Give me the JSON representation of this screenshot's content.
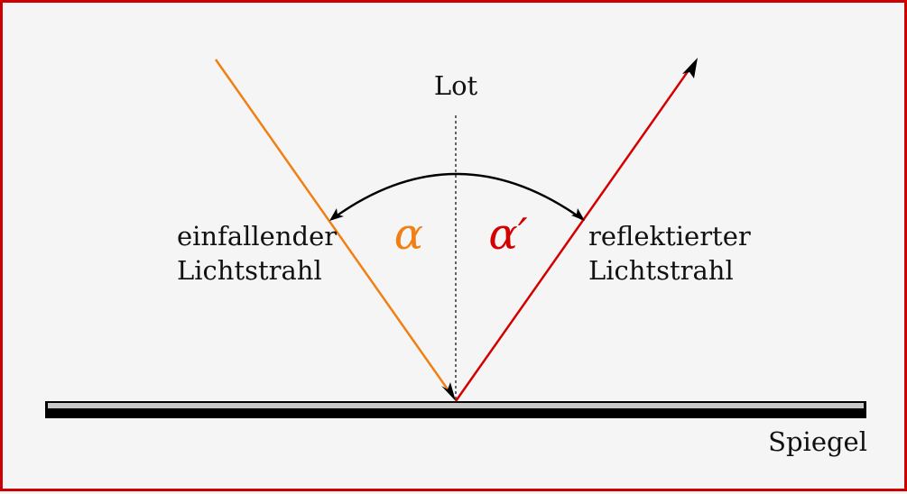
{
  "labels": {
    "normal": "Lot",
    "incident_line1": "einfallender",
    "incident_line2": "Lichtstrahl",
    "reflected_line1": "reflektierter",
    "reflected_line2": "Lichtstrahl",
    "mirror": "Spiegel",
    "angle_incident": "α",
    "angle_reflected": "α′"
  },
  "colors": {
    "incident_ray": "#f07f14",
    "reflected_ray": "#d40000",
    "frame": "#cc0000",
    "background": "#f5f5f5",
    "arc": "#000000",
    "mirror_body": "#000000",
    "mirror_surface": "#c8c8c8"
  }
}
